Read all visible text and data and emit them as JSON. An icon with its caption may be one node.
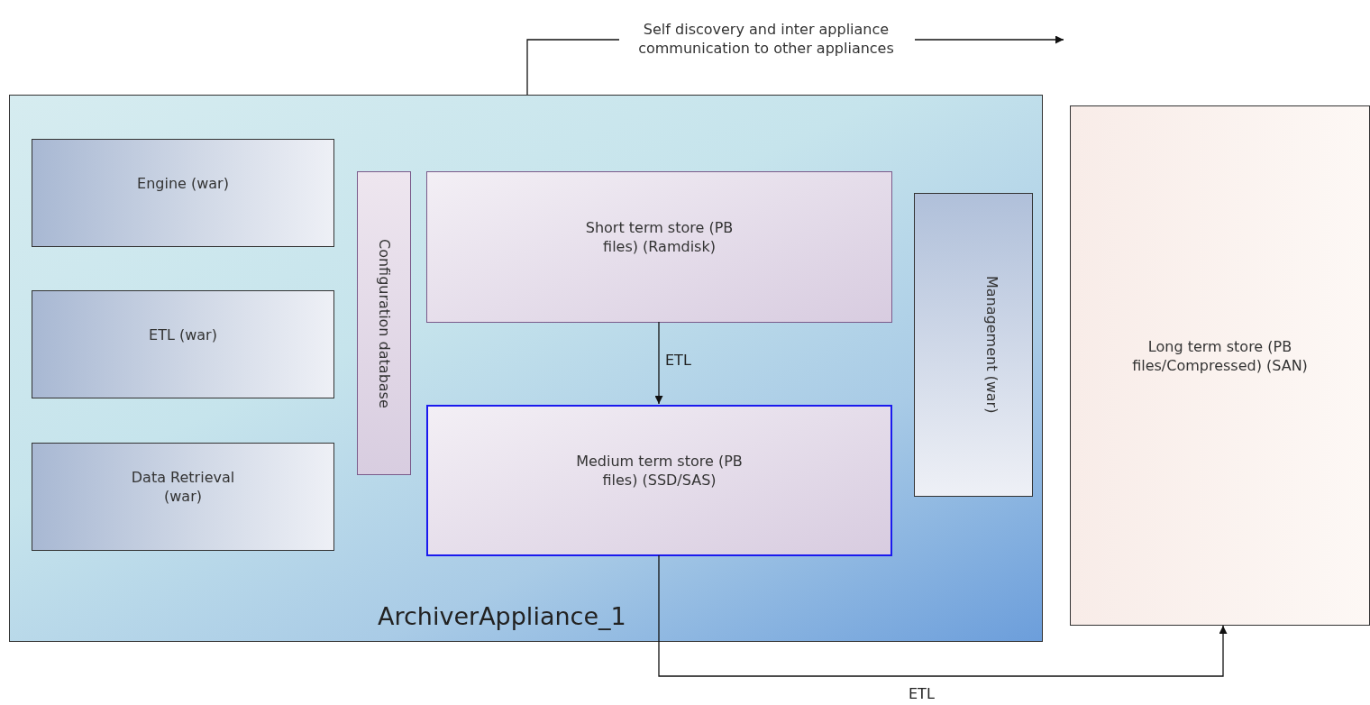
{
  "diagram": {
    "nodes": [
      {
        "text": [
          "Self discovery and inter appliance communication to other appliances"
        ]
      },
      {
        "text": [
          "ArchiverAppliance_1"
        ]
      },
      {
        "text": [
          "Engine (war)"
        ],
        "in": 1
      },
      {
        "text": [
          "ETL (war)"
        ],
        "in": 1
      },
      {
        "text": [
          "Data Retrieval (war)"
        ],
        "in": 1
      },
      {
        "text": [
          "Configuration database"
        ],
        "in": 1
      },
      {
        "text": [
          "Short term store (PB files) (Ramdisk)"
        ],
        "in": 1
      },
      {
        "text": [
          "Medium term store (PB files) (SSD/SAS)"
        ],
        "in": 1
      },
      {
        "text": [
          "Management (war)"
        ],
        "in": 1
      },
      {
        "text": [
          "Long term store (PB files/Compressed) (SAN)"
        ]
      }
    ],
    "edges": [
      {
        "from": 1,
        "to": 0,
        "arrow": "none"
      },
      {
        "from": 0,
        "to": null,
        "arrow": "to"
      },
      {
        "from": 6,
        "to": 7,
        "arrow": "to",
        "label": "ETL"
      },
      {
        "from": 7,
        "to": 9,
        "arrow": "to",
        "label": "ETL"
      }
    ]
  }
}
